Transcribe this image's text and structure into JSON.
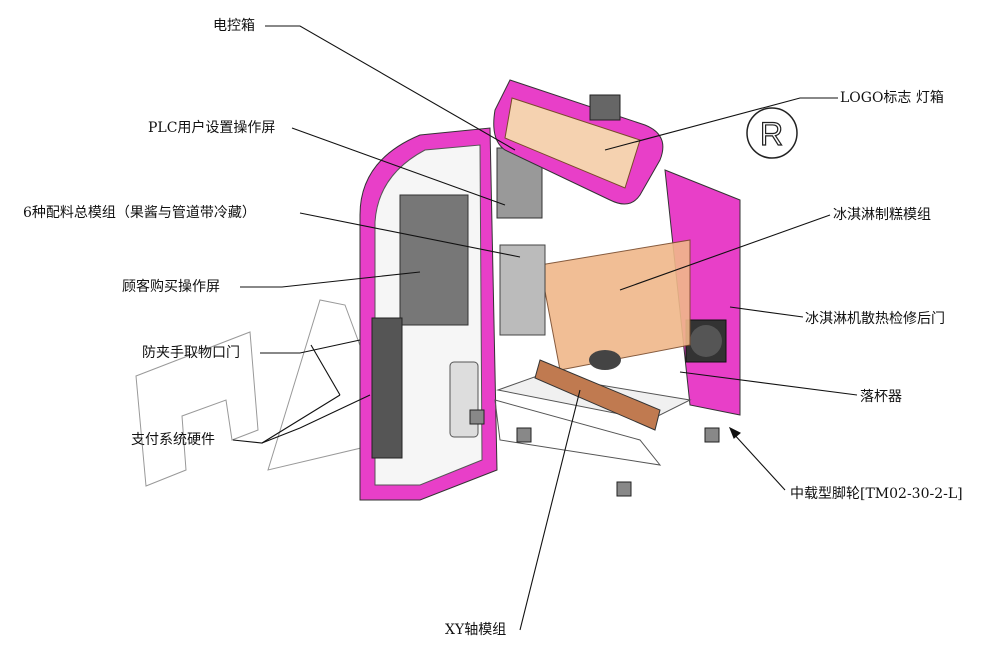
{
  "labels": {
    "control_box": "电控箱",
    "plc_screen": "PLC用户设置操作屏",
    "topping_module": "6种配料总模组（果酱与管道带冷藏）",
    "customer_screen": "顾客购买操作屏",
    "pickup_door": "防夹手取物口门",
    "payment_hardware": "支付系统硬件",
    "logo_lightbox": "LOGO标志 灯箱",
    "icecream_module": "冰淇淋制糕模组",
    "rear_door": "冰淇淋机散热检修后门",
    "cup_dispenser": "落杯器",
    "caster": "中载型脚轮[TM02-30-2-L]",
    "xy_axis": "XY轴模组"
  },
  "colors": {
    "panel_pink": "#e83fc8",
    "lightbox_fill": "#f5d2b0",
    "frame_wood": "#f0b88a",
    "line": "#111111"
  }
}
